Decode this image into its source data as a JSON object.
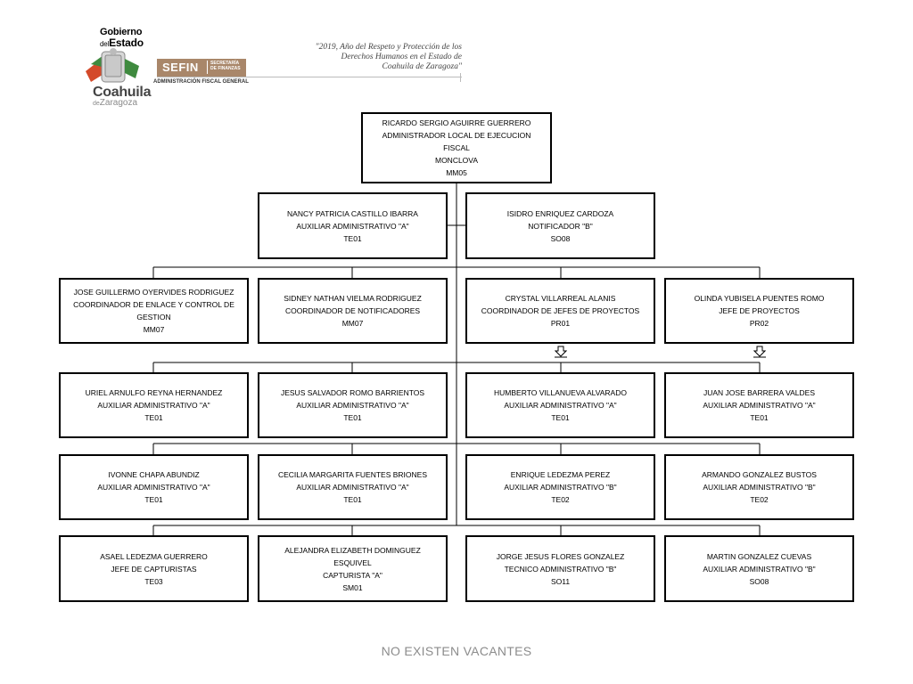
{
  "header": {
    "gobierno_line1": "Gobierno",
    "gobierno_del": "del",
    "gobierno_estado": "Estado",
    "coahuila": "Coahuila",
    "zaragoza_de": "de",
    "zaragoza": "Zaragoza",
    "sefin": "SEFIN",
    "sefin_sub_1": "SECRETARÍA",
    "sefin_sub_2": "DE FINANZAS",
    "afg": "ADMINISTRACIÓN FISCAL GENERAL",
    "motto_1": "\"2019, Año del Respeto y Protección de los",
    "motto_2": "Derechos Humanos en el Estado de",
    "motto_3": "Coahuila de Zaragoza\"",
    "brand_color": "#a9876a"
  },
  "org": {
    "root": {
      "name": "RICARDO SERGIO AGUIRRE GUERRERO",
      "title": "ADMINISTRADOR LOCAL DE EJECUCION FISCAL",
      "title2": "MONCLOVA",
      "code": "MM05"
    },
    "staff": [
      {
        "name": "NANCY PATRICIA CASTILLO IBARRA",
        "title": "AUXILIAR ADMINISTRATIVO \"A\"",
        "code": "TE01"
      },
      {
        "name": "ISIDRO ENRIQUEZ CARDOZA",
        "title": "NOTIFICADOR \"B\"",
        "code": "SO08"
      }
    ],
    "row2": [
      {
        "name": "JOSE GUILLERMO OYERVIDES RODRIGUEZ",
        "title": "COORDINADOR DE ENLACE Y CONTROL DE GESTION",
        "code": "MM07"
      },
      {
        "name": "SIDNEY NATHAN VIELMA RODRIGUEZ",
        "title": "COORDINADOR DE NOTIFICADORES",
        "code": "MM07"
      },
      {
        "name": "CRYSTAL VILLARREAL ALANIS",
        "title": "COORDINADOR DE JEFES DE PROYECTOS",
        "code": "PR01"
      },
      {
        "name": "OLINDA YUBISELA PUENTES ROMO",
        "title": "JEFE DE PROYECTOS",
        "code": "PR02"
      }
    ],
    "row3": [
      {
        "name": "URIEL ARNULFO REYNA HERNANDEZ",
        "title": "AUXILIAR ADMINISTRATIVO \"A\"",
        "code": "TE01"
      },
      {
        "name": "JESUS SALVADOR ROMO BARRIENTOS",
        "title": "AUXILIAR ADMINISTRATIVO \"A\"",
        "code": "TE01"
      },
      {
        "name": "HUMBERTO VILLANUEVA ALVARADO",
        "title": "AUXILIAR ADMINISTRATIVO \"A\"",
        "code": "TE01"
      },
      {
        "name": "JUAN JOSE BARRERA VALDES",
        "title": "AUXILIAR ADMINISTRATIVO \"A\"",
        "code": "TE01"
      }
    ],
    "row4": [
      {
        "name": "IVONNE CHAPA ABUNDIZ",
        "title": "AUXILIAR ADMINISTRATIVO \"A\"",
        "code": "TE01"
      },
      {
        "name": "CECILIA MARGARITA FUENTES BRIONES",
        "title": "AUXILIAR ADMINISTRATIVO \"A\"",
        "code": "TE01"
      },
      {
        "name": "ENRIQUE LEDEZMA PEREZ",
        "title": "AUXILIAR ADMINISTRATIVO \"B\"",
        "code": "TE02"
      },
      {
        "name": "ARMANDO GONZALEZ BUSTOS",
        "title": "AUXILIAR ADMINISTRATIVO \"B\"",
        "code": "TE02"
      }
    ],
    "row5": [
      {
        "name": "ASAEL LEDEZMA GUERRERO",
        "title": "JEFE DE CAPTURISTAS",
        "code": "TE03"
      },
      {
        "name": "ALEJANDRA ELIZABETH DOMINGUEZ ESQUIVEL",
        "title": "CAPTURISTA \"A\"",
        "code": "SM01"
      },
      {
        "name": "JORGE JESUS FLORES GONZALEZ",
        "title": "TECNICO ADMINISTRATIVO \"B\"",
        "code": "SO11"
      },
      {
        "name": "MARTIN GONZALEZ CUEVAS",
        "title": "AUXILIAR ADMINISTRATIVO \"B\"",
        "code": "SO08"
      }
    ],
    "expand_icons": [
      "expand-arrow-icon",
      "expand-arrow-icon"
    ]
  },
  "footer": {
    "note": "NO EXISTEN VACANTES"
  }
}
